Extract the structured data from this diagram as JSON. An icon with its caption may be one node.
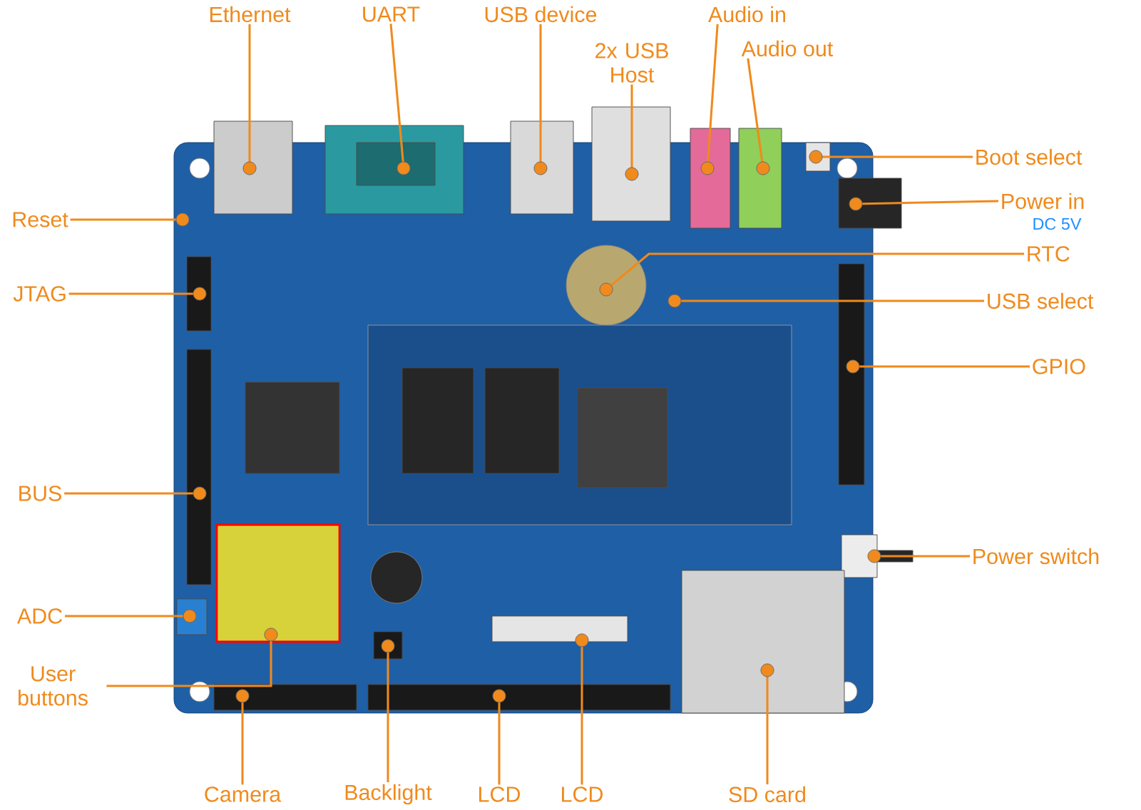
{
  "diagram": {
    "nodes": [
      {
        "text": [
          "Ethernet"
        ]
      },
      {
        "text": [
          "UART"
        ]
      },
      {
        "text": [
          "USB device"
        ]
      },
      {
        "text": [
          "Audio in"
        ]
      },
      {
        "text": [
          "2x USB Host"
        ]
      },
      {
        "text": [
          "Audio out"
        ]
      },
      {
        "text": [
          "Reset"
        ]
      },
      {
        "text": [
          "Boot select"
        ]
      },
      {
        "text": [
          "Power in"
        ],
        "beside": [
          "DC 5V"
        ]
      },
      {
        "text": [
          "RTC"
        ]
      },
      {
        "text": [
          "JTAG"
        ]
      },
      {
        "text": [
          "USB select"
        ]
      },
      {
        "text": [
          "GPIO"
        ]
      },
      {
        "text": [
          "BUS"
        ]
      },
      {
        "text": [
          "Power switch"
        ]
      },
      {
        "text": [
          "ADC"
        ]
      },
      {
        "text": [
          "User buttons"
        ]
      },
      {
        "text": [
          "Camera"
        ]
      },
      {
        "text": [
          "Backlight"
        ]
      },
      {
        "text": [
          "LCD"
        ]
      },
      {
        "text": [
          "LCD"
        ]
      },
      {
        "text": [
          "SD card"
        ]
      }
    ],
    "edges": [
      {
        "from": 0,
        "to": null,
        "arrow": "other"
      },
      {
        "from": 1,
        "to": null,
        "arrow": "other"
      },
      {
        "from": 2,
        "to": null,
        "arrow": "other"
      },
      {
        "from": 3,
        "to": null,
        "arrow": "other"
      },
      {
        "from": 4,
        "to": null,
        "arrow": "other"
      },
      {
        "from": 5,
        "to": null,
        "arrow": "other"
      },
      {
        "from": 6,
        "to": null,
        "arrow": "other"
      },
      {
        "from": 7,
        "to": null,
        "arrow": "other"
      },
      {
        "from": 8,
        "to": null,
        "arrow": "other"
      },
      {
        "from": 9,
        "to": null,
        "arrow": "other"
      },
      {
        "from": 10,
        "to": null,
        "arrow": "other"
      },
      {
        "from": 11,
        "to": null,
        "arrow": "other"
      },
      {
        "from": 12,
        "to": null,
        "arrow": "other"
      },
      {
        "from": 13,
        "to": null,
        "arrow": "other"
      },
      {
        "from": 14,
        "to": null,
        "arrow": "other"
      },
      {
        "from": 15,
        "to": null,
        "arrow": "other"
      },
      {
        "from": 16,
        "to": null,
        "arrow": "other"
      },
      {
        "from": 17,
        "to": null,
        "arrow": "other"
      },
      {
        "from": 18,
        "to": null,
        "arrow": "other"
      },
      {
        "from": 19,
        "to": null,
        "arrow": "other"
      },
      {
        "from": 20,
        "to": null,
        "arrow": "other"
      },
      {
        "from": 21,
        "to": null,
        "arrow": "other"
      }
    ]
  }
}
